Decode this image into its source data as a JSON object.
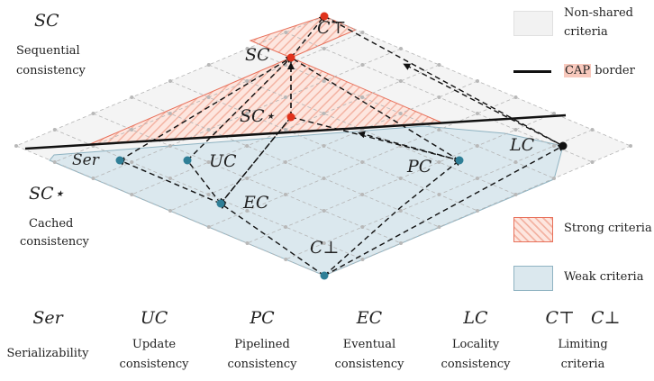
{
  "diagram": {
    "nodes": {
      "c_top": "C⊤",
      "sc": "SC",
      "sc_star": "SC⋆",
      "ser": "Ser",
      "uc": "UC",
      "ec": "EC",
      "pc": "PC",
      "lc": "LC",
      "c_bot": "C⊥"
    },
    "side_labels": {
      "sc_sym": "SC",
      "sc_name_1": "Sequential",
      "sc_name_2": "consistency",
      "scstar_sym": "SC⋆",
      "scstar_name_1": "Cached",
      "scstar_name_2": "consistency"
    }
  },
  "legend": {
    "nonshared_1": "Non-shared",
    "nonshared_2": "criteria",
    "cap_border_1": "CAP",
    "cap_border_2": "border",
    "strong": "Strong criteria",
    "weak": "Weak criteria"
  },
  "bottom_row": [
    {
      "sym": "Ser",
      "name_1": "Serializability",
      "name_2": ""
    },
    {
      "sym": "UC",
      "name_1": "Update",
      "name_2": "consistency"
    },
    {
      "sym": "PC",
      "name_1": "Pipelined",
      "name_2": "consistency"
    },
    {
      "sym": "EC",
      "name_1": "Eventual",
      "name_2": "consistency"
    },
    {
      "sym": "LC",
      "name_1": "Locality",
      "name_2": "consistency"
    },
    {
      "sym": "C⊤   C⊥",
      "name_1": "Limiting",
      "name_2": "criteria"
    }
  ],
  "colors": {
    "strong_fill": "#f8d5cc",
    "strong_stroke": "#e8705a",
    "weak_fill": "#dbe8ee",
    "weak_stroke": "#8fb3c2",
    "nonshared_fill": "#f2f2f2",
    "red_node": "#e0321c",
    "teal_node": "#2f7f97",
    "grid_dot": "#b8b8b8"
  }
}
